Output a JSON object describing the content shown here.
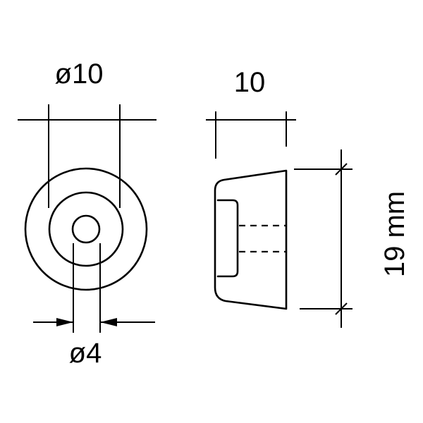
{
  "front_view": {
    "outer_diameter_label": "ø10",
    "hole_diameter_label": "ø4"
  },
  "side_view": {
    "width_label": "10",
    "height_label": "19 mm"
  },
  "colors": {
    "line": "#000000",
    "background": "#ffffff"
  }
}
